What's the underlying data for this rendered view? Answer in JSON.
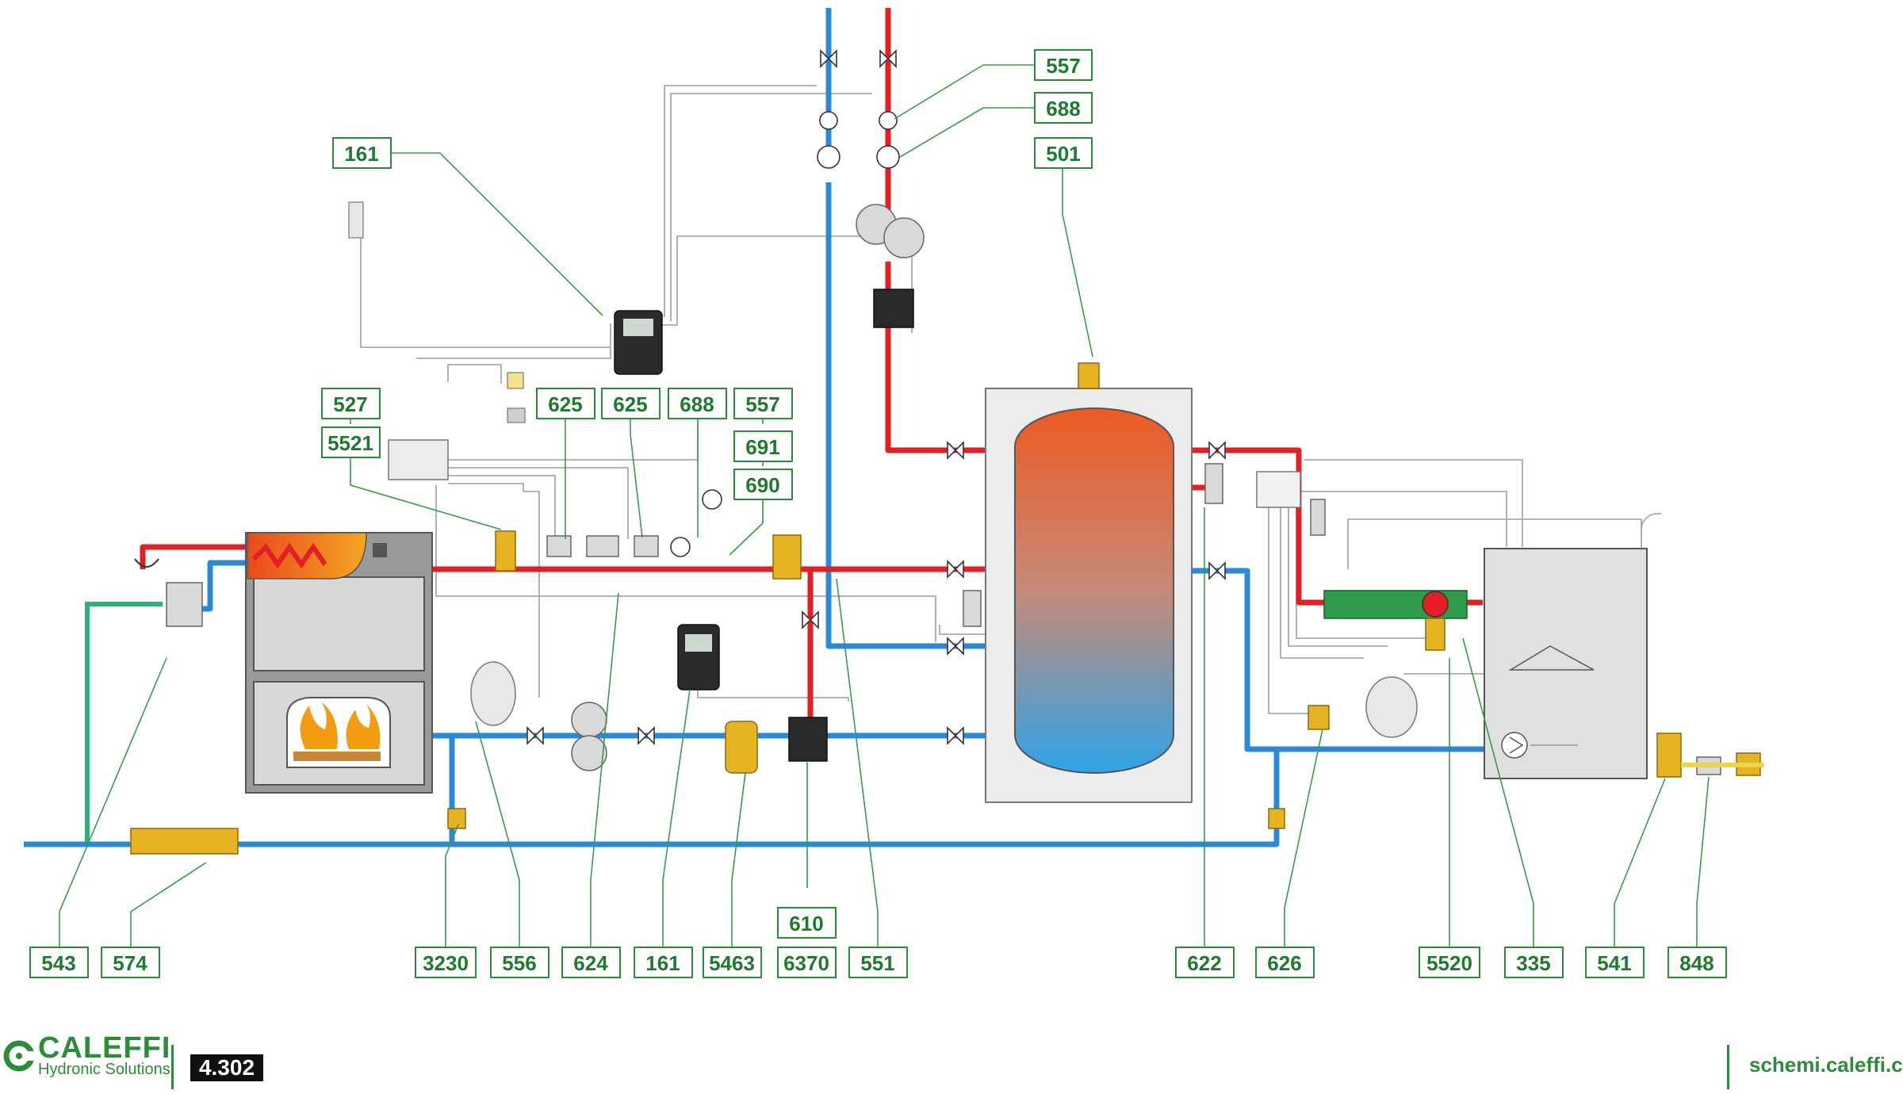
{
  "labels": {
    "l_557a": "557",
    "l_688a": "688",
    "l_501": "501",
    "l_161a": "161",
    "l_527": "527",
    "l_5521": "5521",
    "l_625a": "625",
    "l_625b": "625",
    "l_688b": "688",
    "l_557b": "557",
    "l_691": "691",
    "l_690": "690",
    "l_543": "543",
    "l_574": "574",
    "l_3230": "3230",
    "l_556": "556",
    "l_624": "624",
    "l_161b": "161",
    "l_5463": "5463",
    "l_610": "610",
    "l_6370": "6370",
    "l_551": "551",
    "l_622": "622",
    "l_626": "626",
    "l_5520": "5520",
    "l_335": "335",
    "l_541": "541",
    "l_848": "848"
  },
  "footer": {
    "brand": "CALEFFI",
    "tagline": "Hydronic Solutions",
    "scheme_code": "4.302",
    "website": "schemi.caleffi.com"
  },
  "colors": {
    "hot_pipe": "#e31e24",
    "cold_pipe": "#2b8ad8",
    "mains_pipe": "#2fb07a",
    "brand_green": "#2e8b3a"
  }
}
